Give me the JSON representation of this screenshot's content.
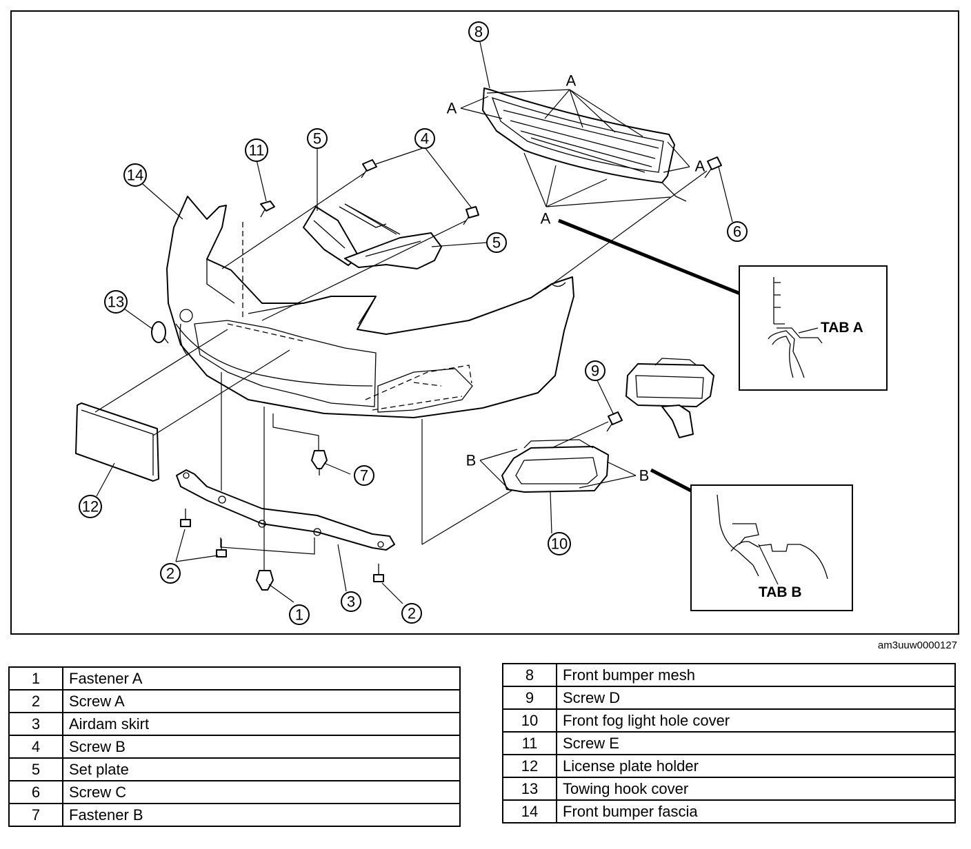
{
  "figure_id": "am3uuw0000127",
  "callouts": [
    {
      "id": "c1",
      "num": "1"
    },
    {
      "id": "c2a",
      "num": "2"
    },
    {
      "id": "c2b",
      "num": "2"
    },
    {
      "id": "c3",
      "num": "3"
    },
    {
      "id": "c4",
      "num": "4"
    },
    {
      "id": "c5a",
      "num": "5"
    },
    {
      "id": "c5b",
      "num": "5"
    },
    {
      "id": "c6",
      "num": "6"
    },
    {
      "id": "c7",
      "num": "7"
    },
    {
      "id": "c8",
      "num": "8"
    },
    {
      "id": "c9",
      "num": "9"
    },
    {
      "id": "c10",
      "num": "10"
    },
    {
      "id": "c11",
      "num": "11"
    },
    {
      "id": "c12",
      "num": "12"
    },
    {
      "id": "c13",
      "num": "13"
    },
    {
      "id": "c14",
      "num": "14"
    }
  ],
  "letters": {
    "a": "A",
    "b": "B"
  },
  "tabs": {
    "tab_a": "TAB A",
    "tab_b": "TAB B"
  },
  "parts_left": [
    {
      "num": "1",
      "name": "Fastener A"
    },
    {
      "num": "2",
      "name": "Screw A"
    },
    {
      "num": "3",
      "name": "Airdam skirt"
    },
    {
      "num": "4",
      "name": "Screw B"
    },
    {
      "num": "5",
      "name": "Set plate"
    },
    {
      "num": "6",
      "name": "Screw C"
    },
    {
      "num": "7",
      "name": "Fastener B"
    }
  ],
  "parts_right": [
    {
      "num": "8",
      "name": "Front bumper mesh"
    },
    {
      "num": "9",
      "name": "Screw D"
    },
    {
      "num": "10",
      "name": "Front fog light hole cover"
    },
    {
      "num": "11",
      "name": "Screw E"
    },
    {
      "num": "12",
      "name": "License plate holder"
    },
    {
      "num": "13",
      "name": "Towing hook cover"
    },
    {
      "num": "14",
      "name": "Front bumper fascia"
    }
  ]
}
